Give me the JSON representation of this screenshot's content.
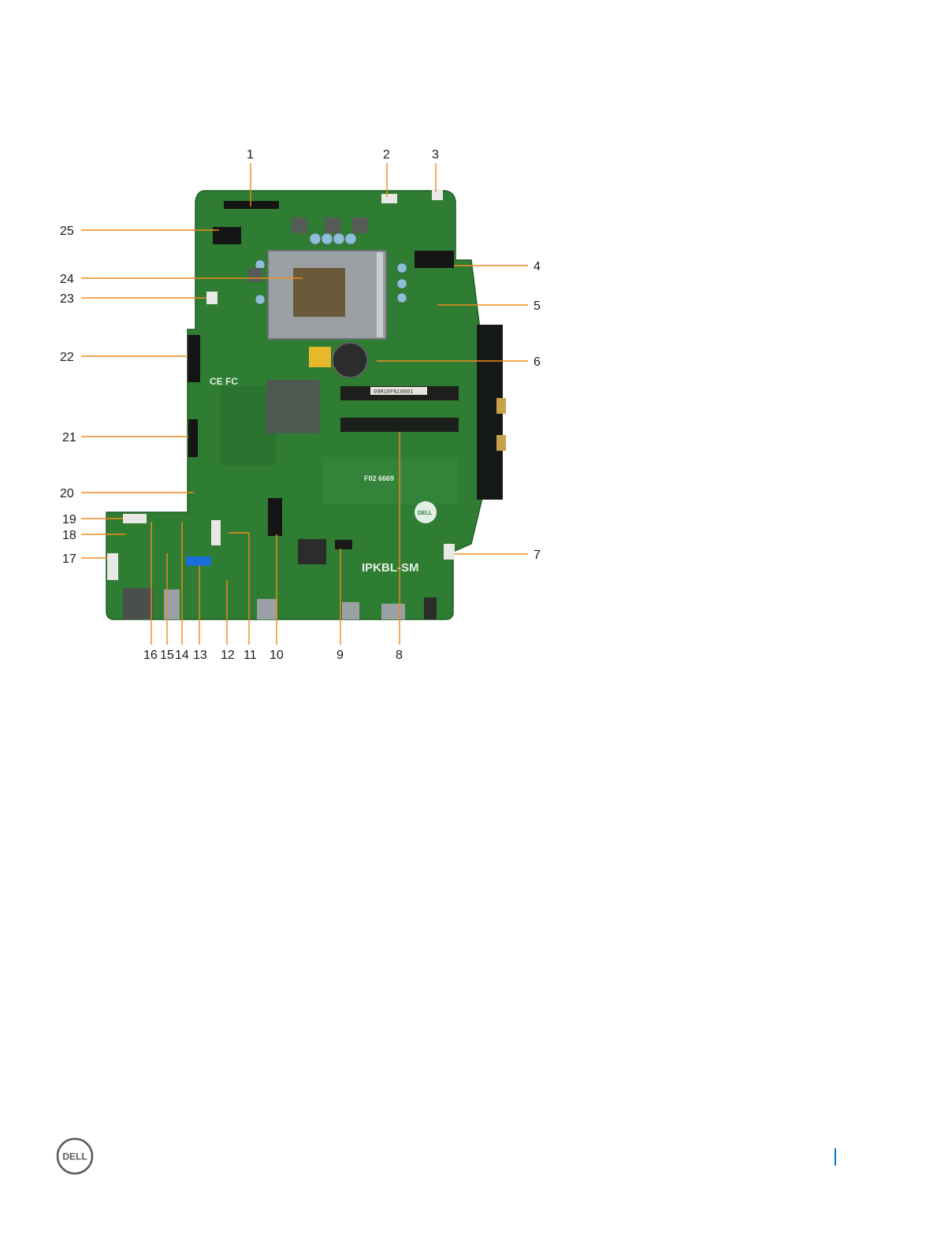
{
  "figure": {
    "callouts": [
      {
        "label": "1"
      },
      {
        "label": "2"
      },
      {
        "label": "3"
      },
      {
        "label": "4"
      },
      {
        "label": "5"
      },
      {
        "label": "6"
      },
      {
        "label": "7"
      },
      {
        "label": "8"
      },
      {
        "label": "9"
      },
      {
        "label": "10"
      },
      {
        "label": "11"
      },
      {
        "label": "12"
      },
      {
        "label": "13"
      },
      {
        "label": "14"
      },
      {
        "label": "15"
      },
      {
        "label": "16"
      },
      {
        "label": "17"
      },
      {
        "label": "18"
      },
      {
        "label": "19"
      },
      {
        "label": "20"
      },
      {
        "label": "21"
      },
      {
        "label": "22"
      },
      {
        "label": "23"
      },
      {
        "label": "24"
      },
      {
        "label": "25"
      }
    ],
    "board_markings": {
      "sticker": "09M10FN10801",
      "silk_model": "IPKBL-SM",
      "silk_code": "F02 6669",
      "cert_marks": "CE FC",
      "board_logo": "DELL"
    },
    "colors": {
      "pcb": "#2f7d32",
      "pcb_dark": "#1f5e22",
      "leader": "#f08a1c",
      "connector_white": "#e8e8e6",
      "sata_blue": "#1a6ed8",
      "metal": "#b8bcc0"
    }
  },
  "footer": {
    "logo_text": "DELL",
    "logo_icon": "dell-logo",
    "rule_color": "#0076ce"
  }
}
